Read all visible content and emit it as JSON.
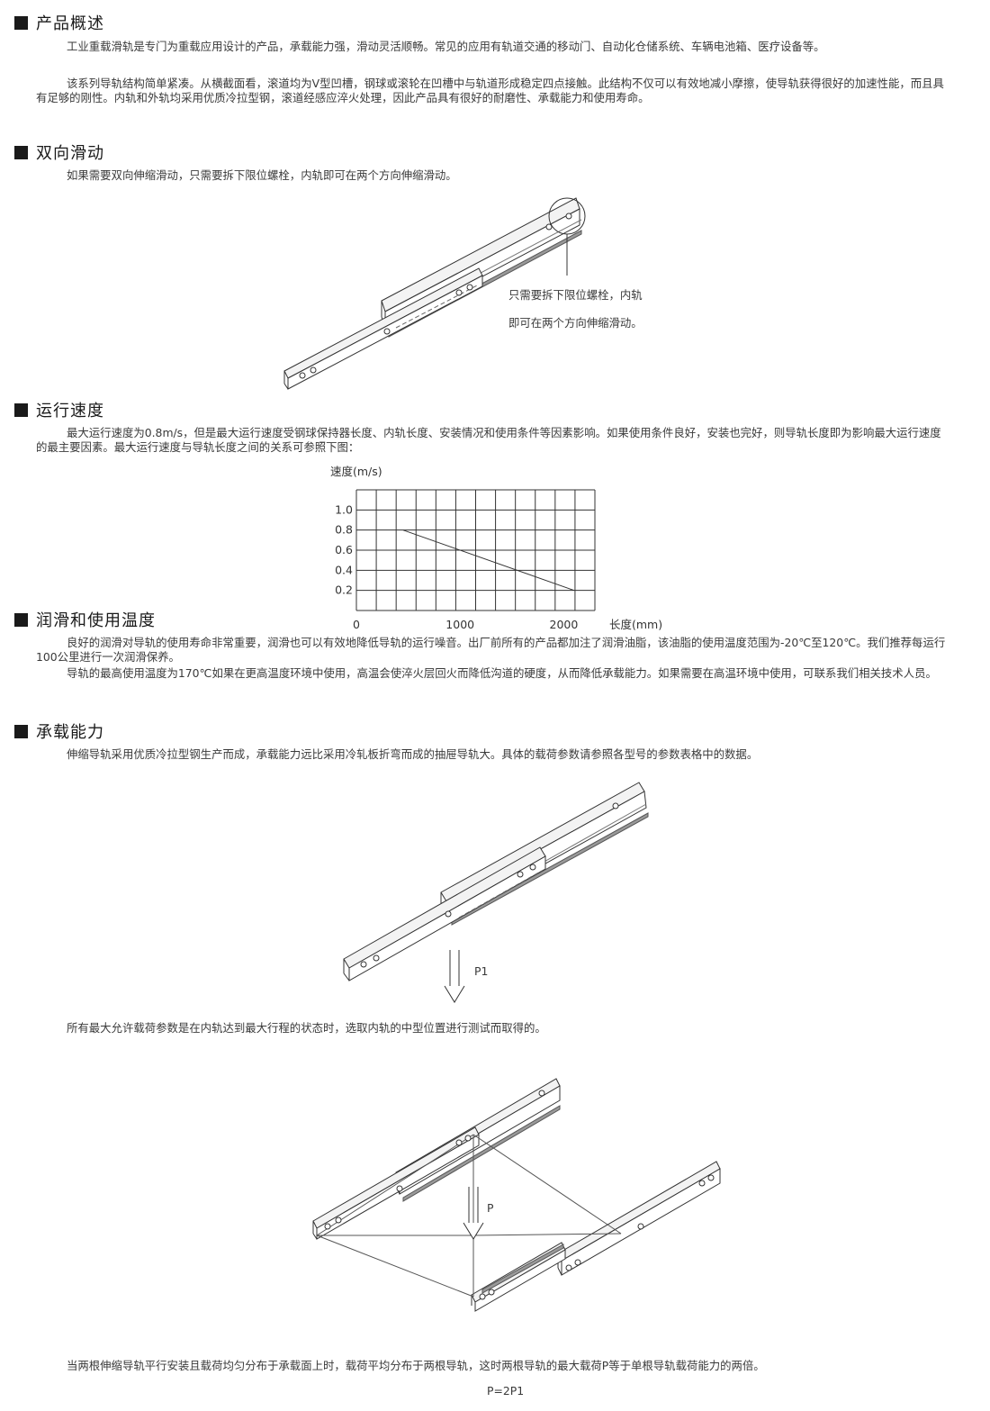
{
  "sections": {
    "overview": {
      "title": "产品概述",
      "p1": "工业重载滑轨是专门为重载应用设计的产品，承载能力强，滑动灵活顺畅。常见的应用有轨道交通的移动门、自动化仓储系统、车辆电池箱、医疗设备等。",
      "p2": "该系列导轨结构简单紧凑。从横截面看，滚道均为V型凹槽，钢球或滚轮在凹槽中与轨道形成稳定四点接触。此结构不仅可以有效地减小摩擦，使导轨获得很好的加速性能，而且具有足够的刚性。内轨和外轨均采用优质冷拉型钢，滚道经感应淬火处理，因此产品具有很好的耐磨性、承载能力和使用寿命。"
    },
    "bidirectional": {
      "title": "双向滑动",
      "p1": "如果需要双向伸缩滑动，只需要拆下限位螺栓，内轨即可在两个方向伸缩滑动。",
      "callout_line1": "只需要拆下限位螺栓，内轨",
      "callout_line2": "即可在两个方向伸缩滑动。"
    },
    "speed": {
      "title": "运行速度",
      "p1": "最大运行速度为0.8m/s，但是最大运行速度受钢球保持器长度、内轨长度、安装情况和使用条件等因素影响。如果使用条件良好，安装也完好，则导轨长度即为影响最大运行速度的最主要因素。最大运行速度与导轨长度之间的关系可参照下图："
    },
    "lubrication": {
      "title": "润滑和使用温度",
      "p1": "良好的润滑对导轨的使用寿命非常重要，润滑也可以有效地降低导轨的运行噪音。出厂前所有的产品都加注了润滑油脂，该油脂的使用温度范围为-20℃至120℃。我们推荐每运行100公里进行一次润滑保养。",
      "p2": "导轨的最高使用温度为170℃如果在更高温度环境中使用，高温会使淬火层回火而降低沟道的硬度，从而降低承载能力。如果需要在高温环境中使用，可联系我们相关技术人员。"
    },
    "load": {
      "title": "承载能力",
      "p1": "伸缩导轨采用优质冷拉型钢生产而成，承载能力远比采用冷轧板折弯而成的抽屉导轨大。具体的载荷参数请参照各型号的参数表格中的数据。",
      "p1_label": "P1",
      "p2": "所有最大允许载荷参数是在内轨达到最大行程的状态时，选取内轨的中型位置进行测试而取得的。",
      "p_label": "P",
      "p3": "当两根伸缩导轨平行安装且载荷均匀分布于承载面上时，载荷平均分布于两根导轨，这时两根导轨的最大载荷P等于单根导轨载荷能力的两倍。",
      "formula": "P=2P1"
    }
  },
  "chart_data": {
    "type": "line",
    "ylabel": "速度(m/s)",
    "xlabel": "长度(mm)",
    "xlim": [
      0,
      2300
    ],
    "ylim": [
      0,
      1.2
    ],
    "x_ticks": [
      "0",
      "1000",
      "2000"
    ],
    "y_ticks": [
      "0.2",
      "0.4",
      "0.6",
      "0.8",
      "1.0"
    ],
    "grid": true,
    "series": [
      {
        "x": [
          450,
          2100
        ],
        "y": [
          0.8,
          0.2
        ]
      }
    ]
  }
}
